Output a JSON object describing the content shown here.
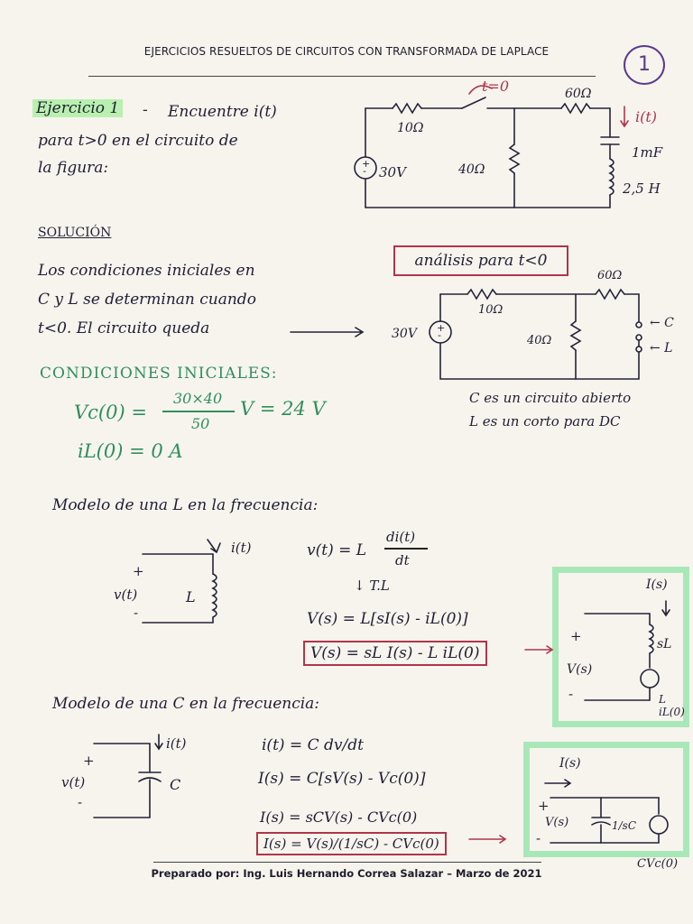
{
  "header": {
    "title": "EJERCICIOS RESUELTOS DE CIRCUITOS CON TRANSFORMADA DE LAPLACE",
    "page_number": "1"
  },
  "exercise": {
    "label": "Ejercicio 1",
    "dash": "-",
    "line1": "Encuentre i(t)",
    "line2": "para t>0 en el circuito de",
    "line3": "la figura:"
  },
  "circuit1": {
    "switch_label": "t=0",
    "r1": "10Ω",
    "r2": "60Ω",
    "r3": "40Ω",
    "source": "30V",
    "current": "i(t)",
    "cap": "1mF",
    "ind": "2,5 H"
  },
  "solution": {
    "title": "SOLUCIÓN",
    "line1": "Los condiciones iniciales en",
    "line2": "C y L se determinan cuando",
    "line3": "t<0. El circuito queda",
    "analysis_box": "análisis para t<0"
  },
  "circuit2": {
    "r1": "10Ω",
    "r2": "60Ω",
    "r3": "40Ω",
    "source": "30V",
    "c_label": "← C",
    "l_label": "← L",
    "note1": "C es un circuito abierto",
    "note2": "L es un corto para DC"
  },
  "initial": {
    "title": "CONDICIONES INICIALES:",
    "vc_lhs": "Vc(0) =",
    "vc_num": "30×40",
    "vc_den": "50",
    "vc_rhs": "V = 24 V",
    "il": "iL(0) = 0 A"
  },
  "inductor_model": {
    "title": "Modelo de una L en la frecuencia:",
    "it": "i(t)",
    "plus": "+",
    "vt": "v(t)",
    "minus": "-",
    "L": "L",
    "eq1_lhs": "v(t) = L",
    "eq1_num": "di(t)",
    "eq1_den": "dt",
    "arrow": "↓ T.L",
    "eq2": "V(s) = L[sI(s) - iL(0)]",
    "eq3": "V(s) = sL I(s) - L iL(0)",
    "box_Is": "I(s)",
    "box_plus": "+",
    "box_Vs": "V(s)",
    "box_minus": "-",
    "box_sL": "sL",
    "box_src": "L iL(0)"
  },
  "capacitor_model": {
    "title": "Modelo de una C en la frecuencia:",
    "it": "i(t)",
    "plus": "+",
    "vt": "v(t)",
    "minus": "-",
    "C": "C",
    "eq1": "i(t) = C dv/dt",
    "eq2": "I(s) = C[sV(s) - Vc(0)]",
    "eq3": "I(s) = sCV(s) - CVc(0)",
    "eq4": "I(s) = V(s)/(1/sC) - CVc(0)",
    "box_Is": "I(s)",
    "box_plus": "+",
    "box_Vs": "V(s)",
    "box_minus": "-",
    "box_sC": "1/sC",
    "box_src": "CVc(0)"
  },
  "footer": {
    "text": "Preparado por: Ing. Luis Hernando Correa Salazar – Marzo de 2021"
  }
}
